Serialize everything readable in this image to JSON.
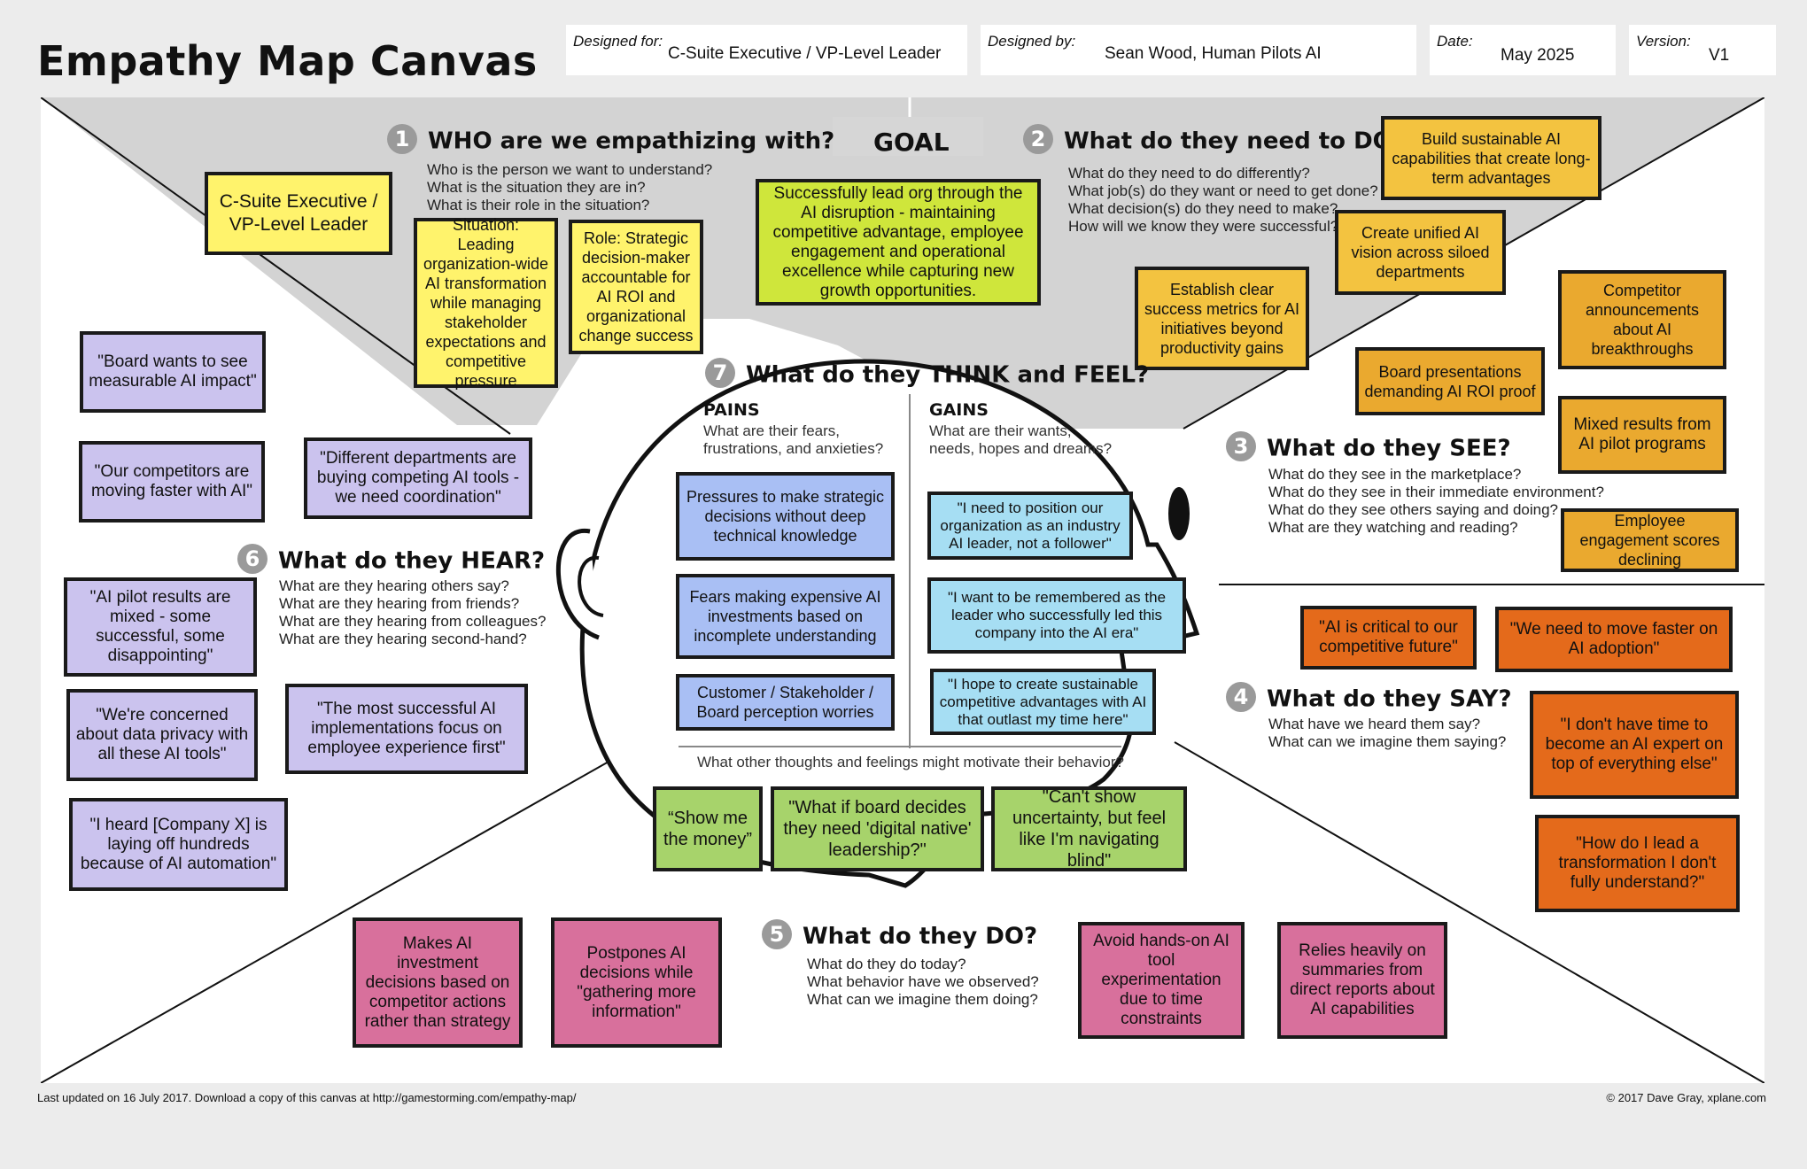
{
  "header": {
    "title": "Empathy Map Canvas",
    "designed_for": {
      "label": "Designed for:",
      "value": "C-Suite Executive / VP-Level Leader"
    },
    "designed_by": {
      "label": "Designed by:",
      "value": "Sean Wood, Human Pilots AI"
    },
    "date": {
      "label": "Date:",
      "value": "May 2025"
    },
    "version": {
      "label": "Version:",
      "value": "V1"
    }
  },
  "goal": {
    "label": "GOAL",
    "note": "Successfully lead org through the AI disruption - maintaining competitive advantage, employee engagement and operational excellence while capturing new growth opportunities."
  },
  "sections": {
    "who": {
      "number": "1",
      "title": "WHO are we empathizing with?",
      "questions": [
        "Who is the person we want to understand?",
        "What is the situation they are in?",
        "What is their role in the situation?"
      ],
      "notes": [
        "C-Suite Executive / VP-Level Leader",
        "Situation: Leading organization-wide AI transformation while managing stakeholder expectations and competitive pressure",
        "Role: Strategic decision-maker accountable for AI ROI and organizational change success"
      ]
    },
    "need_to_do": {
      "number": "2",
      "title": "What do they need to DO?",
      "questions": [
        "What do they need to do differently?",
        "What job(s) do they want or need to get done?",
        "What decision(s) do they need to make?",
        "How will we know they were successful?"
      ],
      "notes": [
        "Build sustainable AI capabilities that create long-term advantages",
        "Create unified AI vision across siloed departments",
        "Establish clear success metrics for AI initiatives beyond productivity gains"
      ]
    },
    "see": {
      "number": "3",
      "title": "What do they SEE?",
      "questions": [
        "What do they see in the marketplace?",
        "What do they see in their immediate environment?",
        "What do they see others saying and doing?",
        "What are they watching and reading?"
      ],
      "notes": [
        "Competitor announcements about AI breakthroughs",
        "Board presentations demanding AI ROI proof",
        "Mixed results from AI pilot programs",
        "Employee engagement scores declining"
      ]
    },
    "say": {
      "number": "4",
      "title": "What do they SAY?",
      "questions": [
        "What have we heard them say?",
        "What can we imagine them saying?"
      ],
      "notes": [
        "\"AI is critical to our competitive future\"",
        "\"We need to move faster on AI adoption\"",
        "\"I don't have time to become an AI expert on top of everything else\"",
        "\"How do I lead a transformation I don't fully understand?\""
      ]
    },
    "do": {
      "number": "5",
      "title": "What do they DO?",
      "questions": [
        "What do they do today?",
        "What behavior have we observed?",
        "What can we imagine them doing?"
      ],
      "notes": [
        "Makes AI investment decisions based on competitor actions rather than strategy",
        "Postpones AI decisions while \"gathering more information\"",
        "Avoid hands-on AI tool experimentation due to time constraints",
        "Relies heavily on summaries from direct reports about AI capabilities"
      ]
    },
    "hear": {
      "number": "6",
      "title": "What do they HEAR?",
      "questions": [
        "What are they hearing others say?",
        "What are they hearing from friends?",
        "What are they hearing from colleagues?",
        "What are they hearing second-hand?"
      ],
      "notes": [
        "\"Board wants to see measurable AI impact\"",
        "\"Our competitors are moving faster with AI\"",
        "\"Different departments are buying competing AI tools - we need coordination\"",
        "\"AI pilot results are mixed - some successful, some disappointing\"",
        "\"We're concerned about data privacy with all these AI tools\"",
        "\"The most successful AI implementations focus on employee experience first\"",
        "\"I heard [Company X] is laying off hundreds because of AI automation\""
      ]
    },
    "think_feel": {
      "number": "7",
      "title": "What do they THINK and FEEL?",
      "pains": {
        "title": "PAINS",
        "questions": [
          "What are their fears,",
          "frustrations, and anxieties?"
        ],
        "notes": [
          "Pressures to make strategic decisions without deep technical knowledge",
          "Fears making expensive AI investments based on incomplete understanding",
          "Customer / Stakeholder / Board perception worries"
        ]
      },
      "gains": {
        "title": "GAINS",
        "questions": [
          "What are their wants,",
          "needs, hopes and dreams?"
        ],
        "notes": [
          "\"I need to position our organization as an industry AI leader, not a follower\"",
          "\"I want to be remembered as the leader who successfully led this company into the AI era\"",
          "\"I hope to create sustainable competitive advantages with AI that outlast my time here\""
        ]
      },
      "other_question": "What other thoughts and feelings might motivate their behavior?",
      "other_notes": [
        "“Show me the money”",
        "\"What if board decides they need 'digital native' leadership?\"",
        "\"Can't show uncertainty, but feel like I'm navigating blind\""
      ]
    }
  },
  "footer": {
    "left": "Last updated on 16 July 2017. Download a copy of this canvas at http://gamestorming.com/empathy-map/",
    "right": "© 2017 Dave Gray, xplane.com"
  },
  "colors": {
    "lavender": "#cbc3ee",
    "yellow": "#fff36c",
    "lime": "#cfe63b",
    "gold": "#f3c340",
    "amber": "#eaa92f",
    "orange": "#e46a1b",
    "pink": "#d8709c",
    "blue": "#a9bff4",
    "cyan": "#a6def3",
    "green": "#a7d36b"
  }
}
